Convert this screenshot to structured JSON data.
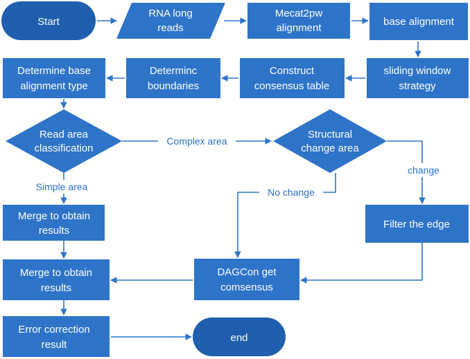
{
  "colors": {
    "node_fill": "#2e74c8",
    "terminal_fill": "#1f5fae",
    "edge_stroke": "#2e74c8",
    "edge_label": "#2a6fc4",
    "node_text": "#ffffff"
  },
  "nodes": {
    "start": [
      "Start"
    ],
    "rna_reads": [
      "RNA long",
      "reads"
    ],
    "mecat2pw": [
      "Mecat2pw",
      "alignment"
    ],
    "base_alignment": [
      "base alignment"
    ],
    "sliding_window": [
      "sliding window",
      "strategy"
    ],
    "consensus_table": [
      "Construct",
      "consensus table"
    ],
    "boundaries": [
      "Determinc",
      "boundaries"
    ],
    "alignment_type": [
      "Determine base",
      "alignment type"
    ],
    "read_area": [
      "Read area",
      "classification"
    ],
    "structural_change": [
      "Structural",
      "change area"
    ],
    "merge_1": [
      "Merge to obtain",
      "results"
    ],
    "filter_edge": [
      "Filter the edge"
    ],
    "merge_2": [
      "Merge to obtain",
      "results"
    ],
    "dagcon": [
      "DAGCon get",
      "comsensus"
    ],
    "error_correction": [
      "Error correction",
      "result"
    ],
    "end": [
      "end"
    ]
  },
  "edge_labels": {
    "complex_area": "Complex area",
    "simple_area": "Simple area",
    "change": "change",
    "no_change": "No change"
  }
}
